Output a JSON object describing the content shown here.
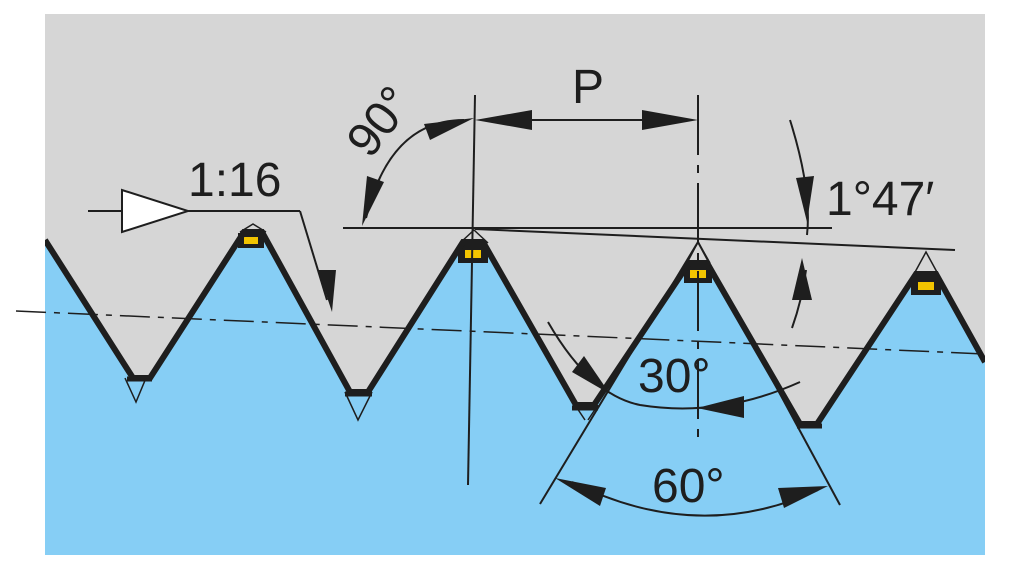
{
  "labels": {
    "pitch": "P",
    "taper": "1:16",
    "right_angle": "90°",
    "taper_angle": "1°47′",
    "half_angle": "30°",
    "thread_angle": "60°"
  },
  "colors": {
    "background": "#ffffff",
    "nut": "#d6d6d6",
    "bolt": "#86cef5",
    "outline": "#1e1e1e",
    "crest_mark": "#f2c400"
  }
}
